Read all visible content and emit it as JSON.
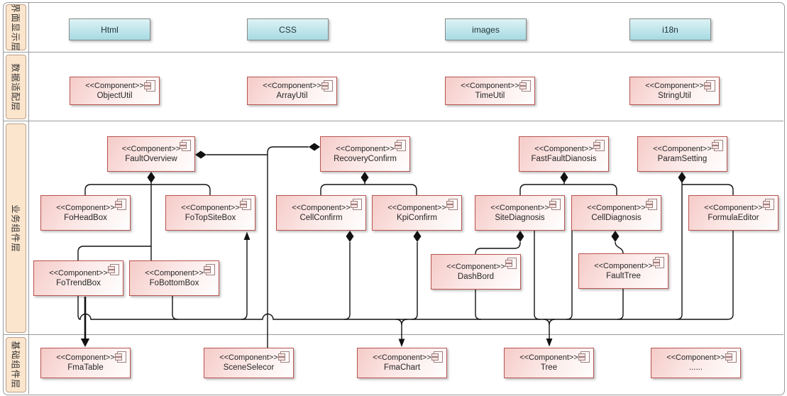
{
  "stereotype": "<<Component>>",
  "layers": [
    {
      "label": "界面显示层"
    },
    {
      "label": "数据适配层"
    },
    {
      "label": "业务组件层"
    },
    {
      "label": "基础组件层"
    }
  ],
  "ui_nodes": [
    {
      "label": "Html"
    },
    {
      "label": "CSS"
    },
    {
      "label": "images"
    },
    {
      "label": "i18n"
    }
  ],
  "components": [
    {
      "label": "ObjectUtil"
    },
    {
      "label": "ArrayUtil"
    },
    {
      "label": "TimeUtil"
    },
    {
      "label": "StringUtil"
    },
    {
      "label": "FaultOverview"
    },
    {
      "label": "RecoveryConfirm"
    },
    {
      "label": "FastFaultDianosis"
    },
    {
      "label": "ParamSetting"
    },
    {
      "label": "FoHeadBox"
    },
    {
      "label": "FoTopSiteBox"
    },
    {
      "label": "CellConfirm"
    },
    {
      "label": "KpiConfirm"
    },
    {
      "label": "SiteDiagnosis"
    },
    {
      "label": "CellDiagnosis"
    },
    {
      "label": "FormulaEditor"
    },
    {
      "label": "FoTrendBox"
    },
    {
      "label": "FoBottomBox"
    },
    {
      "label": "DashBord"
    },
    {
      "label": "FaultTree"
    },
    {
      "label": "FmaTable"
    },
    {
      "label": "SceneSelecor"
    },
    {
      "label": "FmaChart"
    },
    {
      "label": "Tree"
    },
    {
      "label": "......"
    }
  ],
  "colors": {
    "layer_label_bg": "#fce5cd",
    "component_fill": "#f8cecc",
    "component_stroke": "#b85450",
    "ui_fill": "#a7dae2",
    "connector": "#111111",
    "frame": "#9a9a9a"
  }
}
